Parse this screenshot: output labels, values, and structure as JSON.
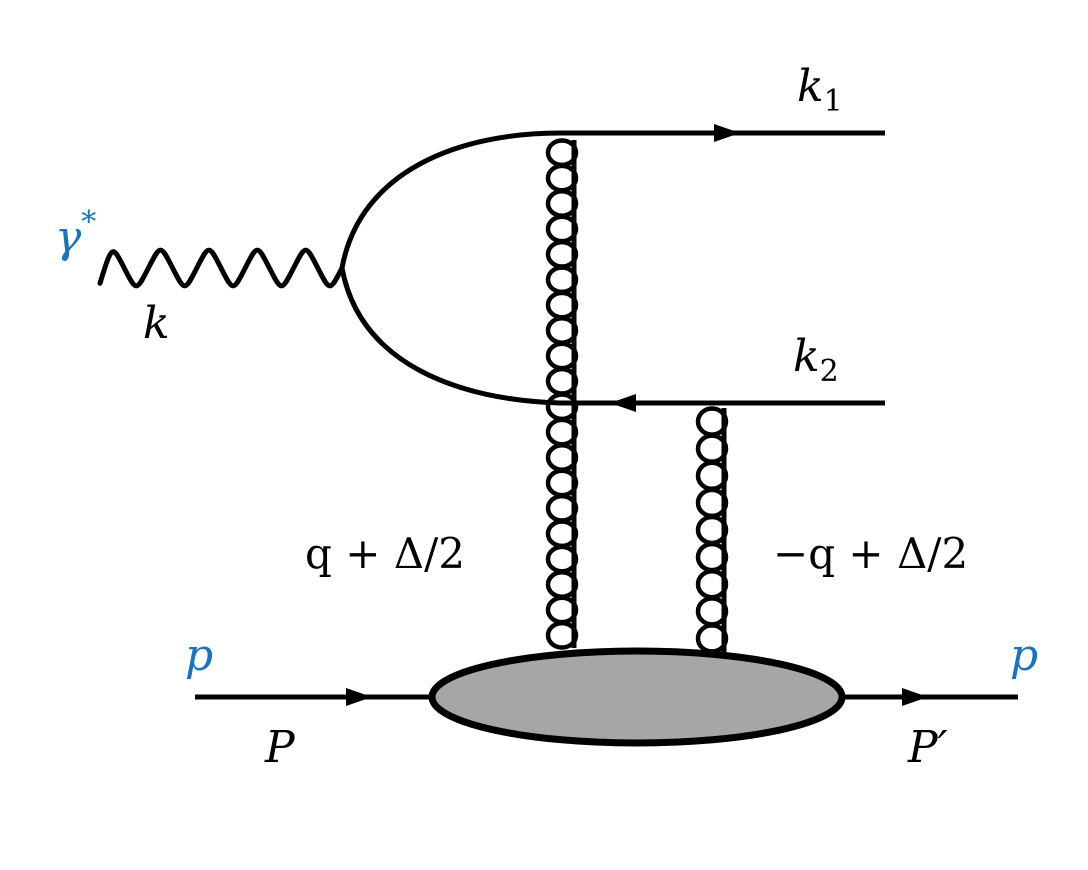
{
  "colors": {
    "line": "#000000",
    "blob_fill": "#a6a6a6",
    "label_blue": "#1a73bf",
    "label_black": "#000000"
  },
  "labels": {
    "gamma": "γ",
    "gamma_sup": "*",
    "k": "k",
    "k1": "k",
    "k1_sub": "1",
    "k2": "k",
    "k2_sub": "2",
    "left_gluon_momentum": "q + Δ/2",
    "right_gluon_momentum": "−q + Δ/2",
    "proton_in": "p",
    "proton_out": "p",
    "P": "P",
    "P_prime": "P′"
  }
}
